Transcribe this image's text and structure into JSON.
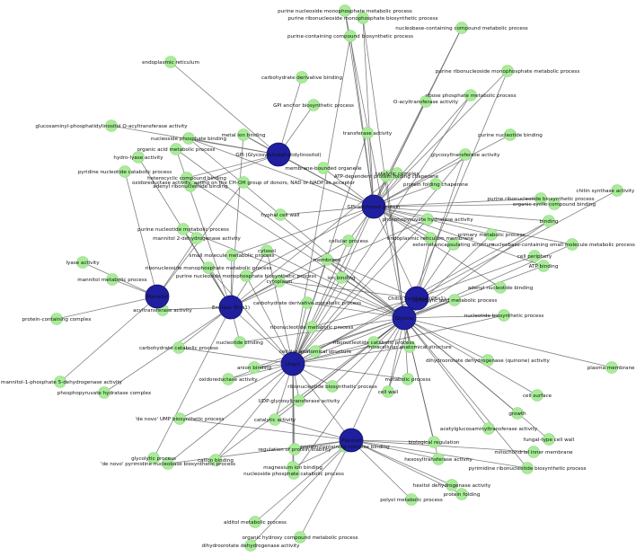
{
  "colors": {
    "hub": "#1f1fa0",
    "leaf": "#a8ec98",
    "edge": "#555555"
  },
  "hubs": [
    {
      "id": "H1",
      "label": "GPI (Glycosylphosphatidylinositol)"
    },
    {
      "id": "H2",
      "label": "GPI-anchored protein"
    },
    {
      "id": "H3",
      "label": "Mannitol"
    },
    {
      "id": "H4",
      "label": "Enolase (Eno1)"
    },
    {
      "id": "H5",
      "label": "Chitin Synthase (Chs1)"
    },
    {
      "id": "H6",
      "label": "Uracil"
    },
    {
      "id": "H7",
      "label": "Glycine"
    },
    {
      "id": "H8",
      "label": "Plasmid"
    }
  ],
  "terms": [
    {
      "id": "t1",
      "label": "purine nucleoside monophosphate metabolic process",
      "hub": "H2"
    },
    {
      "id": "t2",
      "label": "purine ribonucleoside monophosphate biosynthetic process",
      "hub": "H2"
    },
    {
      "id": "t3",
      "label": "nucleobase-containing compound metabolic process",
      "hub": "H2"
    },
    {
      "id": "t4",
      "label": "purine-containing compound biosynthetic process",
      "hub": "H2"
    },
    {
      "id": "t5",
      "label": "endoplasmic reticulum",
      "hub": "H1"
    },
    {
      "id": "t6",
      "label": "purine ribonucleoside monophosphate metabolic process",
      "hub": "H2"
    },
    {
      "id": "t7",
      "label": "carbohydrate derivative binding",
      "hub": "H1"
    },
    {
      "id": "t8",
      "label": "ribose phosphate metabolic process",
      "hub": "H2"
    },
    {
      "id": "t9",
      "label": "GPI anchor biosynthetic process",
      "hub": "H1"
    },
    {
      "id": "t10",
      "label": "O-acyltransferase activity",
      "hub": "H2"
    },
    {
      "id": "t11",
      "label": "glucosaminyl-phosphatidylinositol O-acyltransferase activity",
      "hub": "H1"
    },
    {
      "id": "t12",
      "label": "metal ion binding",
      "hub": "H1"
    },
    {
      "id": "t13",
      "label": "transferase activity",
      "hub": "H2"
    },
    {
      "id": "t14",
      "label": "purine nucleotide binding",
      "hub": "H2"
    },
    {
      "id": "t15",
      "label": "nucleoside phosphate binding",
      "hub": "H1"
    },
    {
      "id": "t16",
      "label": "organic acid metabolic process",
      "hub": "H4"
    },
    {
      "id": "t17",
      "label": "hydro-lyase activity",
      "hub": "H4"
    },
    {
      "id": "t18",
      "label": "membrane-bounded organelle",
      "hub": "H2"
    },
    {
      "id": "t19",
      "label": "catalytic complex",
      "hub": "H2"
    },
    {
      "id": "t20",
      "label": "pyridine nucleotide catabolic process",
      "hub": "H3"
    },
    {
      "id": "t21",
      "label": "ATP-dependent protein folding chaperone",
      "hub": "H2"
    },
    {
      "id": "t22",
      "label": "heterocyclic compound binding",
      "hub": "H1"
    },
    {
      "id": "t23",
      "label": "oxidoreductase activity, acting on the CH-OH group of donors, NAD or NADP as acceptor",
      "hub": "H3"
    },
    {
      "id": "t24",
      "label": "glycosyltransferase activity",
      "hub": "H2"
    },
    {
      "id": "t25",
      "label": "adenyl ribonucleotide binding",
      "hub": "H1"
    },
    {
      "id": "t26",
      "label": "protein folding chaperone",
      "hub": "H2"
    },
    {
      "id": "t27",
      "label": "chitin synthase activity",
      "hub": "H5"
    },
    {
      "id": "t28",
      "label": "purine ribonucleotide biosynthetic process",
      "hub": "H2"
    },
    {
      "id": "t29",
      "label": "organic cyclic compound binding",
      "hub": "H2"
    },
    {
      "id": "t30",
      "label": "hyphal cell wall",
      "hub": "H2"
    },
    {
      "id": "t31",
      "label": "phosphopyruvate hydratase activity",
      "hub": "H4"
    },
    {
      "id": "t32",
      "label": "binding",
      "hub": "H2"
    },
    {
      "id": "t33",
      "label": "purine nucleotide metabolic process",
      "hub": "H4"
    },
    {
      "id": "t34",
      "label": "mannitol 2-dehydrogenase activity",
      "hub": "H3"
    },
    {
      "id": "t35",
      "label": "endoplasmic reticulum membrane",
      "hub": "H5"
    },
    {
      "id": "t36",
      "label": "primary metabolic process",
      "hub": "H2"
    },
    {
      "id": "t37",
      "label": "cellular process",
      "hub": "H2"
    },
    {
      "id": "t38",
      "label": "external encapsulating structure",
      "hub": "H5"
    },
    {
      "id": "t39",
      "label": "nucleobase-containing small molecule metabolic process",
      "hub": "H2"
    },
    {
      "id": "t40",
      "label": "cytosol",
      "hub": "H4"
    },
    {
      "id": "t41",
      "label": "small molecule metabolic process",
      "hub": "H4"
    },
    {
      "id": "t42",
      "label": "lyase activity",
      "hub": "H3"
    },
    {
      "id": "t43",
      "label": "membrane",
      "hub": "H5"
    },
    {
      "id": "t44",
      "label": "cell periphery",
      "hub": "H5"
    },
    {
      "id": "t45",
      "label": "ATP binding",
      "hub": "H2"
    },
    {
      "id": "t46",
      "label": "mannitol metabolic process",
      "hub": "H3"
    },
    {
      "id": "t47",
      "label": "ribonucleoside monophosphate metabolic process",
      "hub": "H4"
    },
    {
      "id": "t48",
      "label": "purine nucleoside monophosphate biosynthetic process",
      "hub": "H6"
    },
    {
      "id": "t49",
      "label": "cytoplasm",
      "hub": "H4"
    },
    {
      "id": "t50",
      "label": "ion binding",
      "hub": "H7"
    },
    {
      "id": "t51",
      "label": "adenyl nucleotide binding",
      "hub": "H2"
    },
    {
      "id": "t52",
      "label": "protein-containing complex",
      "hub": "H3"
    },
    {
      "id": "t53",
      "label": "acyltransferase activity",
      "hub": "H4"
    },
    {
      "id": "t54",
      "label": "carbohydrate derivative metabolic process",
      "hub": "H6"
    },
    {
      "id": "t55",
      "label": "carboxylic acid metabolic process",
      "hub": "H7"
    },
    {
      "id": "t56",
      "label": "nucleotide biosynthetic process",
      "hub": "H7"
    },
    {
      "id": "t57",
      "label": "ribonucleotide metabolic process",
      "hub": "H6"
    },
    {
      "id": "t58",
      "label": "mannitol-1-phosphate 5-dehydrogenase activity",
      "hub": "H3"
    },
    {
      "id": "t59",
      "label": "ribonucleotide catabolic process",
      "hub": "H7"
    },
    {
      "id": "t60",
      "label": "carbohydrate catabolic process",
      "hub": "H4"
    },
    {
      "id": "t61",
      "label": "cellular anatomical structure",
      "hub": "H6"
    },
    {
      "id": "t62",
      "label": "intracellular anatomical structure",
      "hub": "H7"
    },
    {
      "id": "t63",
      "label": "nucleotide binding",
      "hub": "H4"
    },
    {
      "id": "t64",
      "label": "dihydroorotate dehydrogenase (quinone) activity",
      "hub": "H7"
    },
    {
      "id": "t65",
      "label": "plasma membrane",
      "hub": "H7"
    },
    {
      "id": "t66",
      "label": "phosphopyruvate hydratase complex",
      "hub": "H4"
    },
    {
      "id": "t67",
      "label": "anion binding",
      "hub": "H6"
    },
    {
      "id": "t68",
      "label": "metabolic process",
      "hub": "H7"
    },
    {
      "id": "t69",
      "label": "oxidoreductase activity",
      "hub": "H6"
    },
    {
      "id": "t70",
      "label": "ribonucleotide biosynthetic process",
      "hub": "H6"
    },
    {
      "id": "t71",
      "label": "cell wall",
      "hub": "H7"
    },
    {
      "id": "t72",
      "label": "cell surface",
      "hub": "H7"
    },
    {
      "id": "t73",
      "label": "UDP-glycosyltransferase activity",
      "hub": "H6"
    },
    {
      "id": "t74",
      "label": "growth",
      "hub": "H7"
    },
    {
      "id": "t75",
      "label": "'de novo' UMP biosynthetic process",
      "hub": "H8"
    },
    {
      "id": "t76",
      "label": "catalytic activity",
      "hub": "H6"
    },
    {
      "id": "t77",
      "label": "acetylglucosaminyltransferase activity",
      "hub": "H7"
    },
    {
      "id": "t78",
      "label": "fungal-type cell wall",
      "hub": "H7"
    },
    {
      "id": "t79",
      "label": "biological regulation",
      "hub": "H8"
    },
    {
      "id": "t80",
      "label": "mitochondrial inner membrane",
      "hub": "H8"
    },
    {
      "id": "t81",
      "label": "glycolytic process",
      "hub": "H4"
    },
    {
      "id": "t82",
      "label": "'de novo' pyrimidine nucleobase biosynthetic process",
      "hub": "H8"
    },
    {
      "id": "t83",
      "label": "cation binding",
      "hub": "H6"
    },
    {
      "id": "t84",
      "label": "regulation of protein stability",
      "hub": "H8"
    },
    {
      "id": "t85",
      "label": "protein-containing complex binding",
      "hub": "H8"
    },
    {
      "id": "t86",
      "label": "hexosyltransferase activity",
      "hub": "H8"
    },
    {
      "id": "t87",
      "label": "magnesium ion binding",
      "hub": "H8"
    },
    {
      "id": "t88",
      "label": "pyrimidine ribonucleotide biosynthetic process",
      "hub": "H8"
    },
    {
      "id": "t89",
      "label": "nucleoside phosphate catabolic process",
      "hub": "H6"
    },
    {
      "id": "t90",
      "label": "hexitol dehydrogenase activity",
      "hub": "H8"
    },
    {
      "id": "t91",
      "label": "protein folding",
      "hub": "H8"
    },
    {
      "id": "t92",
      "label": "polyol metabolic process",
      "hub": "H8"
    },
    {
      "id": "t93",
      "label": "alditol metabolic process",
      "hub": "H8"
    },
    {
      "id": "t94",
      "label": "organic hydroxy compound metabolic process",
      "hub": "H8"
    },
    {
      "id": "t95",
      "label": "dihydroorotate dehydrogenase activity",
      "hub": "H8"
    }
  ],
  "cross_links": [
    [
      "t1",
      "H7"
    ],
    [
      "t2",
      "H7"
    ],
    [
      "t3",
      "H6"
    ],
    [
      "t4",
      "H6"
    ],
    [
      "t6",
      "H7"
    ],
    [
      "t8",
      "H6"
    ],
    [
      "t12",
      "H2"
    ],
    [
      "t12",
      "H4"
    ],
    [
      "t13",
      "H6"
    ],
    [
      "t15",
      "H2"
    ],
    [
      "t15",
      "H7"
    ],
    [
      "t19",
      "H4"
    ],
    [
      "t21",
      "H7"
    ],
    [
      "t22",
      "H7"
    ],
    [
      "t24",
      "H5"
    ],
    [
      "t24",
      "H6"
    ],
    [
      "t31",
      "H6"
    ],
    [
      "t32",
      "H7"
    ],
    [
      "t32",
      "H6"
    ],
    [
      "t36",
      "H7"
    ],
    [
      "t37",
      "H4"
    ],
    [
      "t37",
      "H6"
    ],
    [
      "t39",
      "H7"
    ],
    [
      "t40",
      "H7"
    ],
    [
      "t40",
      "H6"
    ],
    [
      "t41",
      "H2"
    ],
    [
      "t43",
      "H7"
    ],
    [
      "t43",
      "H6"
    ],
    [
      "t45",
      "H7"
    ],
    [
      "t47",
      "H6"
    ],
    [
      "t48",
      "H2"
    ],
    [
      "t49",
      "H7"
    ],
    [
      "t49",
      "H5"
    ],
    [
      "t50",
      "H6"
    ],
    [
      "t50",
      "H2"
    ],
    [
      "t54",
      "H7"
    ],
    [
      "t55",
      "H6"
    ],
    [
      "t57",
      "H5"
    ],
    [
      "t59",
      "H6"
    ],
    [
      "t61",
      "H5"
    ],
    [
      "t62",
      "H6"
    ],
    [
      "t63",
      "H7"
    ],
    [
      "t67",
      "H7"
    ],
    [
      "t68",
      "H6"
    ],
    [
      "t69",
      "H7"
    ],
    [
      "t70",
      "H7"
    ],
    [
      "t71",
      "H5"
    ],
    [
      "t73",
      "H7"
    ],
    [
      "t76",
      "H7"
    ],
    [
      "t76",
      "H8"
    ],
    [
      "t83",
      "H7"
    ],
    [
      "t85",
      "H7"
    ],
    [
      "t86",
      "H7"
    ],
    [
      "t87",
      "H6"
    ],
    [
      "t89",
      "H7"
    ],
    [
      "t16",
      "H7"
    ],
    [
      "t33",
      "H7"
    ],
    [
      "t60",
      "H6"
    ],
    [
      "t38",
      "H2"
    ],
    [
      "t35",
      "H2"
    ],
    [
      "t56",
      "H6"
    ],
    [
      "t75",
      "H6"
    ],
    [
      "t79",
      "H7"
    ],
    [
      "t82",
      "H6"
    ],
    [
      "t84",
      "H6"
    ],
    [
      "t88",
      "H7"
    ],
    [
      "H1",
      "H2"
    ],
    [
      "H2",
      "H5"
    ],
    [
      "H4",
      "H6"
    ],
    [
      "H6",
      "H8"
    ],
    [
      "H7",
      "H5"
    ]
  ]
}
